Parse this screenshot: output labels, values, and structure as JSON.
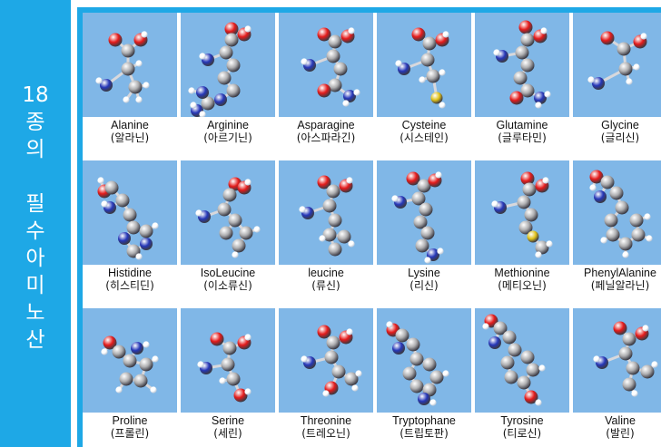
{
  "sidebar": {
    "title_lines": [
      "18",
      "종",
      "의",
      "",
      "필",
      "수",
      "아",
      "미",
      "노",
      "산"
    ],
    "color": "#1ea8e6"
  },
  "atom_colors": {
    "C": "#aeaeb0",
    "O": "#e41b1b",
    "N": "#2637b8",
    "H": "#ffffff",
    "S": "#e0c21a"
  },
  "tile_color": "#80b7e7",
  "amino_acids": [
    {
      "name": "Alanine",
      "korean": "(알라닌)"
    },
    {
      "name": "Arginine",
      "korean": "(아르기닌)"
    },
    {
      "name": "Asparagine",
      "korean": "(아스파라긴)"
    },
    {
      "name": "Cysteine",
      "korean": "(시스테인)"
    },
    {
      "name": "Glutamine",
      "korean": "(글루타민)"
    },
    {
      "name": "Glycine",
      "korean": "(글리신)"
    },
    {
      "name": "Histidine",
      "korean": "(히스티딘)"
    },
    {
      "name": "IsoLeucine",
      "korean": "(이소류신)"
    },
    {
      "name": "leucine",
      "korean": "(류신)"
    },
    {
      "name": "Lysine",
      "korean": "(리신)"
    },
    {
      "name": "Methionine",
      "korean": "(메티오닌)"
    },
    {
      "name": "PhenylAlanine",
      "korean": "(페닐알라닌)"
    },
    {
      "name": "Proline",
      "korean": "(프롤린)"
    },
    {
      "name": "Serine",
      "korean": "(세린)"
    },
    {
      "name": "Threonine",
      "korean": "(트레오닌)"
    },
    {
      "name": "Tryptophane",
      "korean": "(트립토판)"
    },
    {
      "name": "Tyrosine",
      "korean": "(티로신)"
    },
    {
      "name": "Valine",
      "korean": "(발린)"
    }
  ]
}
